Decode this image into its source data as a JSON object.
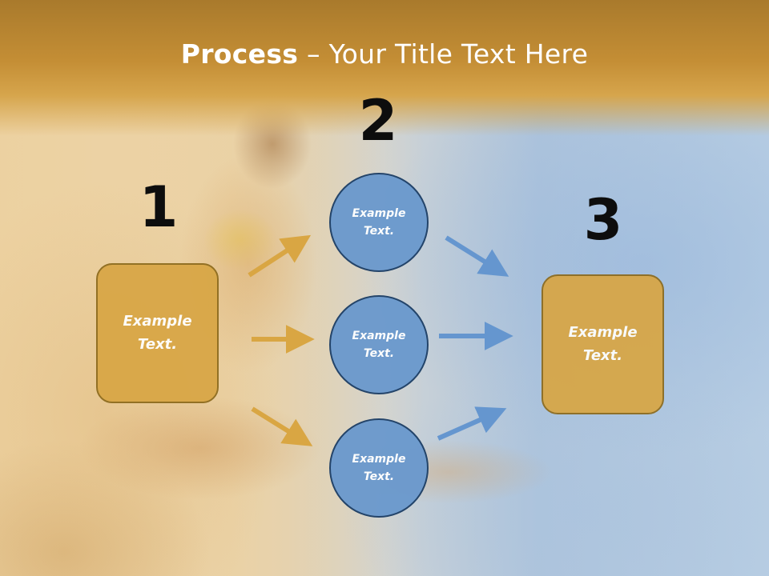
{
  "slide": {
    "title_bold": "Process",
    "title_rest": " – Your Title Text Here"
  },
  "steps": {
    "one": "1",
    "two": "2",
    "three": "3"
  },
  "left_box": {
    "text_line1": "Example",
    "text_line2": "Text."
  },
  "circles": [
    {
      "text_line1": "Example",
      "text_line2": "Text."
    },
    {
      "text_line1": "Example",
      "text_line2": "Text."
    },
    {
      "text_line1": "Example",
      "text_line2": "Text."
    }
  ],
  "right_box": {
    "text_line1": "Example",
    "text_line2": "Text."
  },
  "colors": {
    "box_fill": "#d8a645",
    "box_border": "#8c6a1c",
    "circle_fill": "#6b99cd",
    "circle_border": "#1d3f66",
    "arrow_gold": "#d9a643",
    "arrow_blue": "#6596cf",
    "title_band": "#c48e35"
  }
}
